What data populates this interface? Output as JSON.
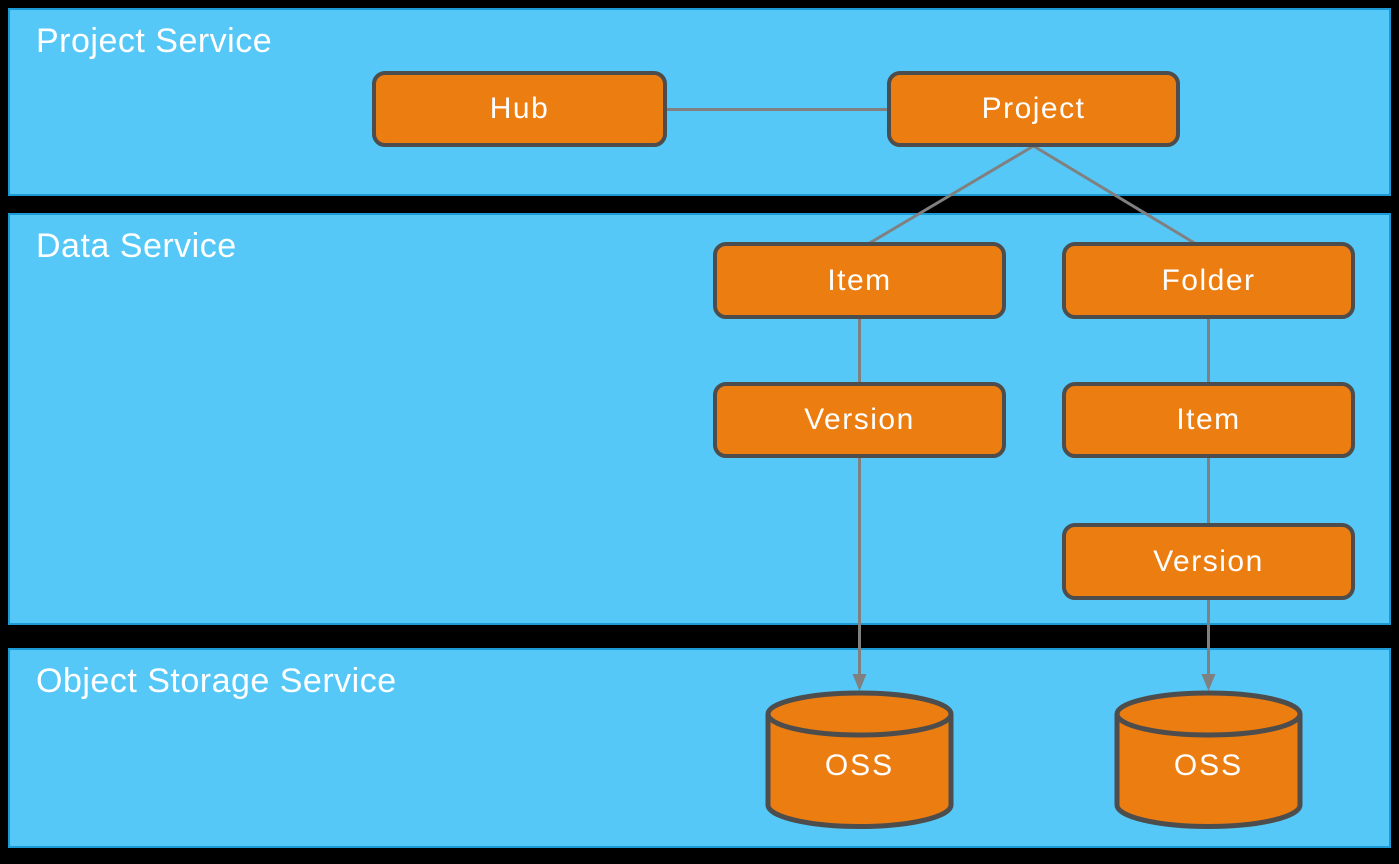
{
  "diagram": {
    "type": "layered-architecture",
    "bands": [
      {
        "title": "Project Service"
      },
      {
        "title": "Data Service"
      },
      {
        "title": "Object Storage Service"
      }
    ],
    "nodes": {
      "hub": {
        "label": "Hub",
        "band": "Project Service",
        "shape": "rounded-rect"
      },
      "project": {
        "label": "Project",
        "band": "Project Service",
        "shape": "rounded-rect"
      },
      "item_left": {
        "label": "Item",
        "band": "Data Service",
        "shape": "rounded-rect"
      },
      "folder": {
        "label": "Folder",
        "band": "Data Service",
        "shape": "rounded-rect"
      },
      "version_left": {
        "label": "Version",
        "band": "Data Service",
        "shape": "rounded-rect"
      },
      "item_right": {
        "label": "Item",
        "band": "Data Service",
        "shape": "rounded-rect"
      },
      "version_right": {
        "label": "Version",
        "band": "Data Service",
        "shape": "rounded-rect"
      },
      "oss_left": {
        "label": "OSS",
        "band": "Object Storage Service",
        "shape": "cylinder"
      },
      "oss_right": {
        "label": "OSS",
        "band": "Object Storage Service",
        "shape": "cylinder"
      }
    },
    "edges": [
      {
        "from": "Hub",
        "to": "Project",
        "style": "line"
      },
      {
        "from": "Project",
        "to": "Item (left)",
        "style": "line"
      },
      {
        "from": "Project",
        "to": "Folder",
        "style": "line"
      },
      {
        "from": "Item (left)",
        "to": "Version (left)",
        "style": "line"
      },
      {
        "from": "Folder",
        "to": "Item (right)",
        "style": "line"
      },
      {
        "from": "Item (right)",
        "to": "Version (right)",
        "style": "line"
      },
      {
        "from": "Version (left)",
        "to": "OSS (left)",
        "style": "arrow"
      },
      {
        "from": "Version (right)",
        "to": "OSS (right)",
        "style": "arrow"
      }
    ],
    "colors": {
      "canvas-bg": "#000000",
      "band-fill": "#55C8F7",
      "band-border": "#1B9AD6",
      "node-fill": "#EC7D11",
      "node-border": "#4D4D4D",
      "connector": "#808080",
      "text": "#FFFFFF"
    }
  }
}
